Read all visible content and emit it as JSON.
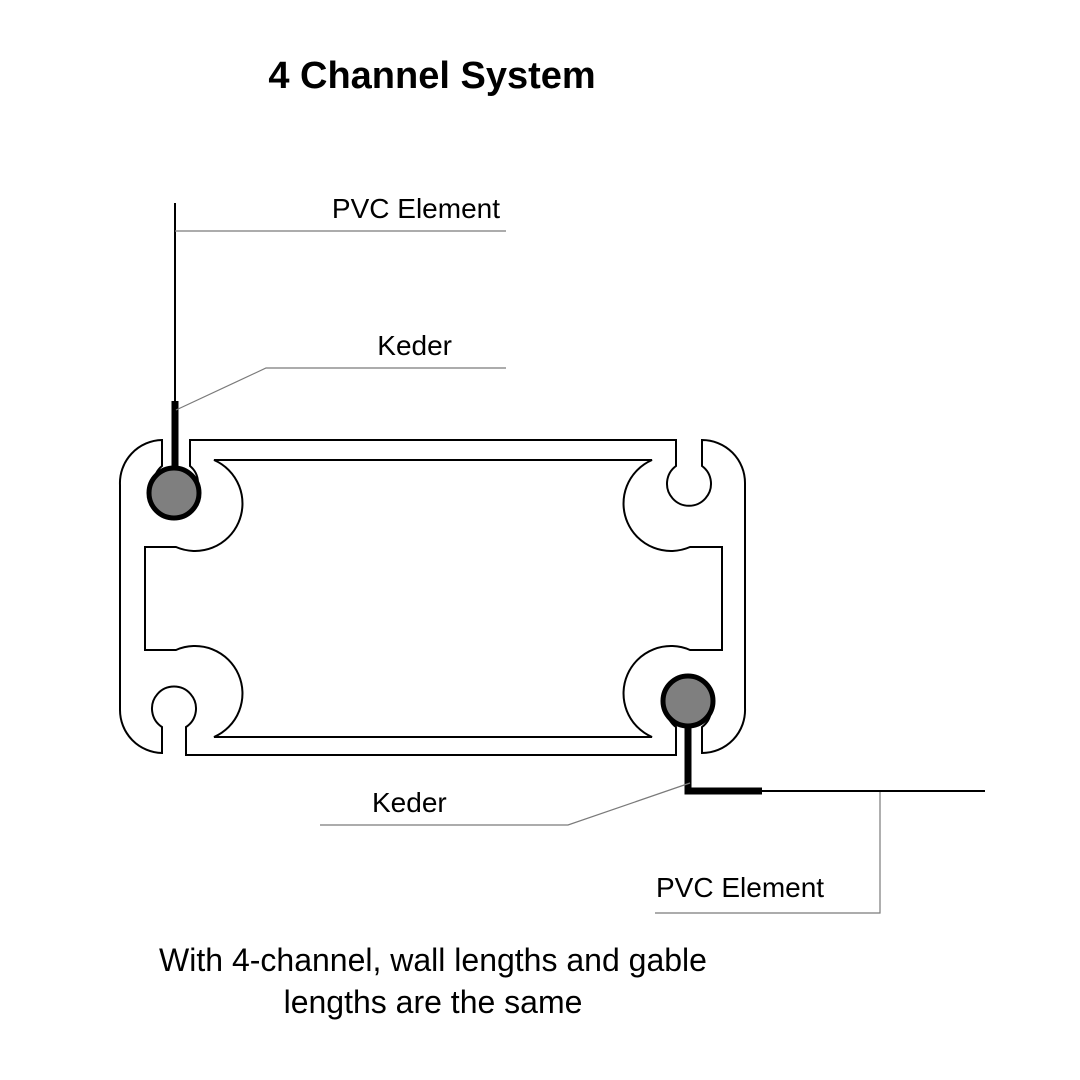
{
  "title": "4 Channel System",
  "labels": {
    "pvc_top": "PVC Element",
    "keder_top": "Keder",
    "keder_bottom": "Keder",
    "pvc_bottom": "PVC Element"
  },
  "caption": {
    "line1": "With 4-channel, wall lengths and gable",
    "line2": "lengths are the same"
  },
  "colors": {
    "stroke": "#000000",
    "leader": "#7a7a7a",
    "keder_fill": "#7f7f7f",
    "background": "#ffffff"
  }
}
